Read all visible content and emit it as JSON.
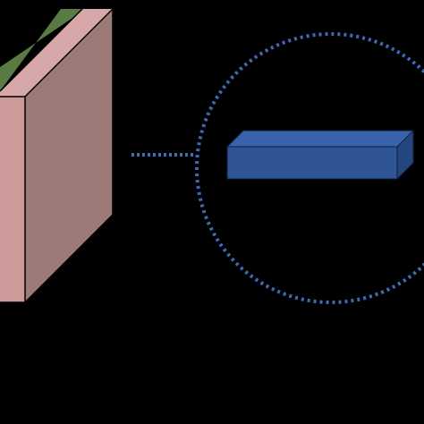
{
  "diagram": {
    "background_color": "#000000",
    "slab": {
      "layers": [
        {
          "name": "front-layer",
          "front_color": "#cd9a9a",
          "top_color": "#d6a8a8",
          "side_color": "#9c7a78"
        },
        {
          "name": "green-layer",
          "top_color": "#5a7a44"
        }
      ],
      "outline_color": "#000000"
    },
    "connector": {
      "style": "dotted",
      "color": "#3f6bb5"
    },
    "zoom_circle": {
      "style": "dotted",
      "color": "#3f6bb5"
    },
    "bar": {
      "front_color": "#2f5597",
      "top_color": "#3a63ad",
      "side_color": "#24467f",
      "outline_color": "#0f1f3d"
    }
  }
}
